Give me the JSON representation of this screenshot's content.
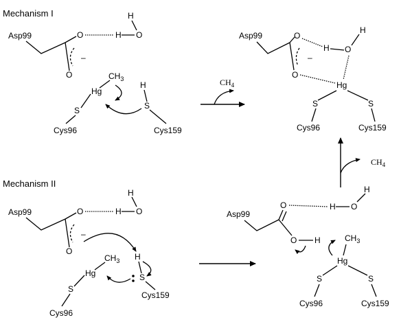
{
  "mechanism_1": {
    "title": "Mechanism I",
    "asp": "Asp99",
    "cys96": "Cys96",
    "cys159": "Cys159",
    "hg": "Hg",
    "ch3": "CH",
    "ch3_sub": "3",
    "o": "O",
    "h": "H",
    "s": "S",
    "minus": "–"
  },
  "mechanism_2": {
    "title": "Mechanism II",
    "asp": "Asp99",
    "cys96": "Cys96",
    "cys159": "Cys159",
    "hg": "Hg",
    "ch3": "CH",
    "ch3_sub": "3",
    "o": "O",
    "h": "H",
    "s": "S",
    "minus": "–"
  },
  "product_1": {
    "asp": "Asp99",
    "cys96": "Cys96",
    "cys159": "Cys159",
    "hg": "Hg",
    "o": "O",
    "h": "H",
    "s": "S",
    "minus": "–"
  },
  "intermediate_2": {
    "asp": "Asp99",
    "cys96": "Cys96",
    "cys159": "Cys159",
    "hg": "Hg",
    "ch3": "CH",
    "ch3_sub": "3",
    "o": "O",
    "h": "H",
    "s": "S"
  },
  "byproduct_top": {
    "text": "CH",
    "sub": "4"
  },
  "byproduct_right": {
    "text": "CH",
    "sub": "4"
  }
}
